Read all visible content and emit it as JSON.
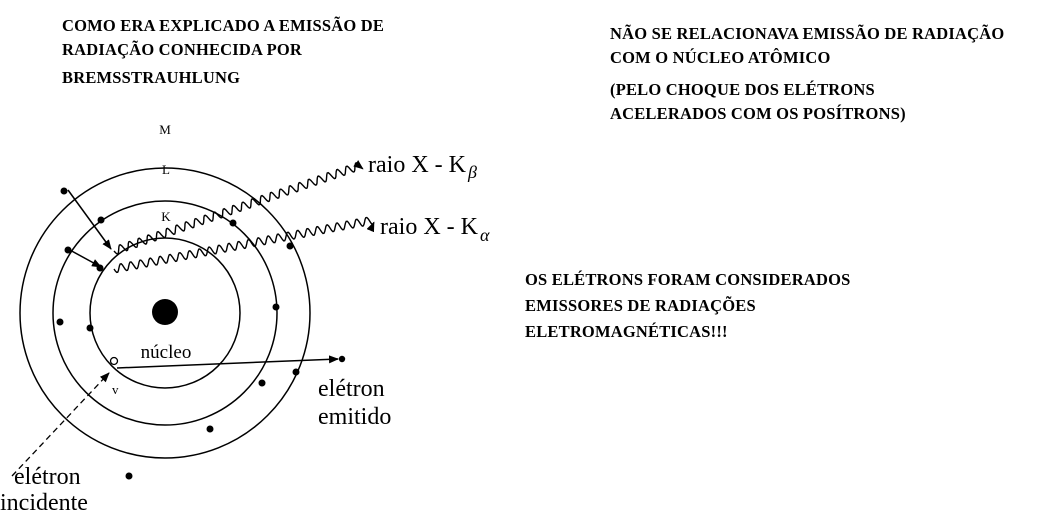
{
  "notes": {
    "top_left": [
      "COMO ERA EXPLICADO A EMISSÃO DE",
      "RADIAÇÃO CONHECIDA POR",
      "BREMSSTRAUHLUNG"
    ],
    "top_right": [
      "NÃO SE RELACIONAVA EMISSÃO DE RADIAÇÃO",
      "COM O NÚCLEO ATÔMICO",
      "(PELO CHOQUE DOS ELÉTRONS",
      "ACELERADOS COM OS POSÍTRONS)"
    ],
    "middle_right": [
      "OS ELÉTRONS FORAM CONSIDERADOS",
      "EMISSORES DE RADIAÇÕES",
      "ELETROMAGNÉTICAS!!!"
    ]
  },
  "diagram": {
    "shell_labels": {
      "m": "M",
      "l": "L",
      "k": "K"
    },
    "nucleus_label": "núcleo",
    "vacancy_label": "v",
    "ray_beta": {
      "text": "raio X - K",
      "sub": "β"
    },
    "ray_alpha": {
      "text": "raio X - K",
      "sub": "α"
    },
    "emitted_electron": [
      "elétron",
      "emitido"
    ],
    "incident_electron": [
      "elétron",
      "incidente"
    ]
  }
}
